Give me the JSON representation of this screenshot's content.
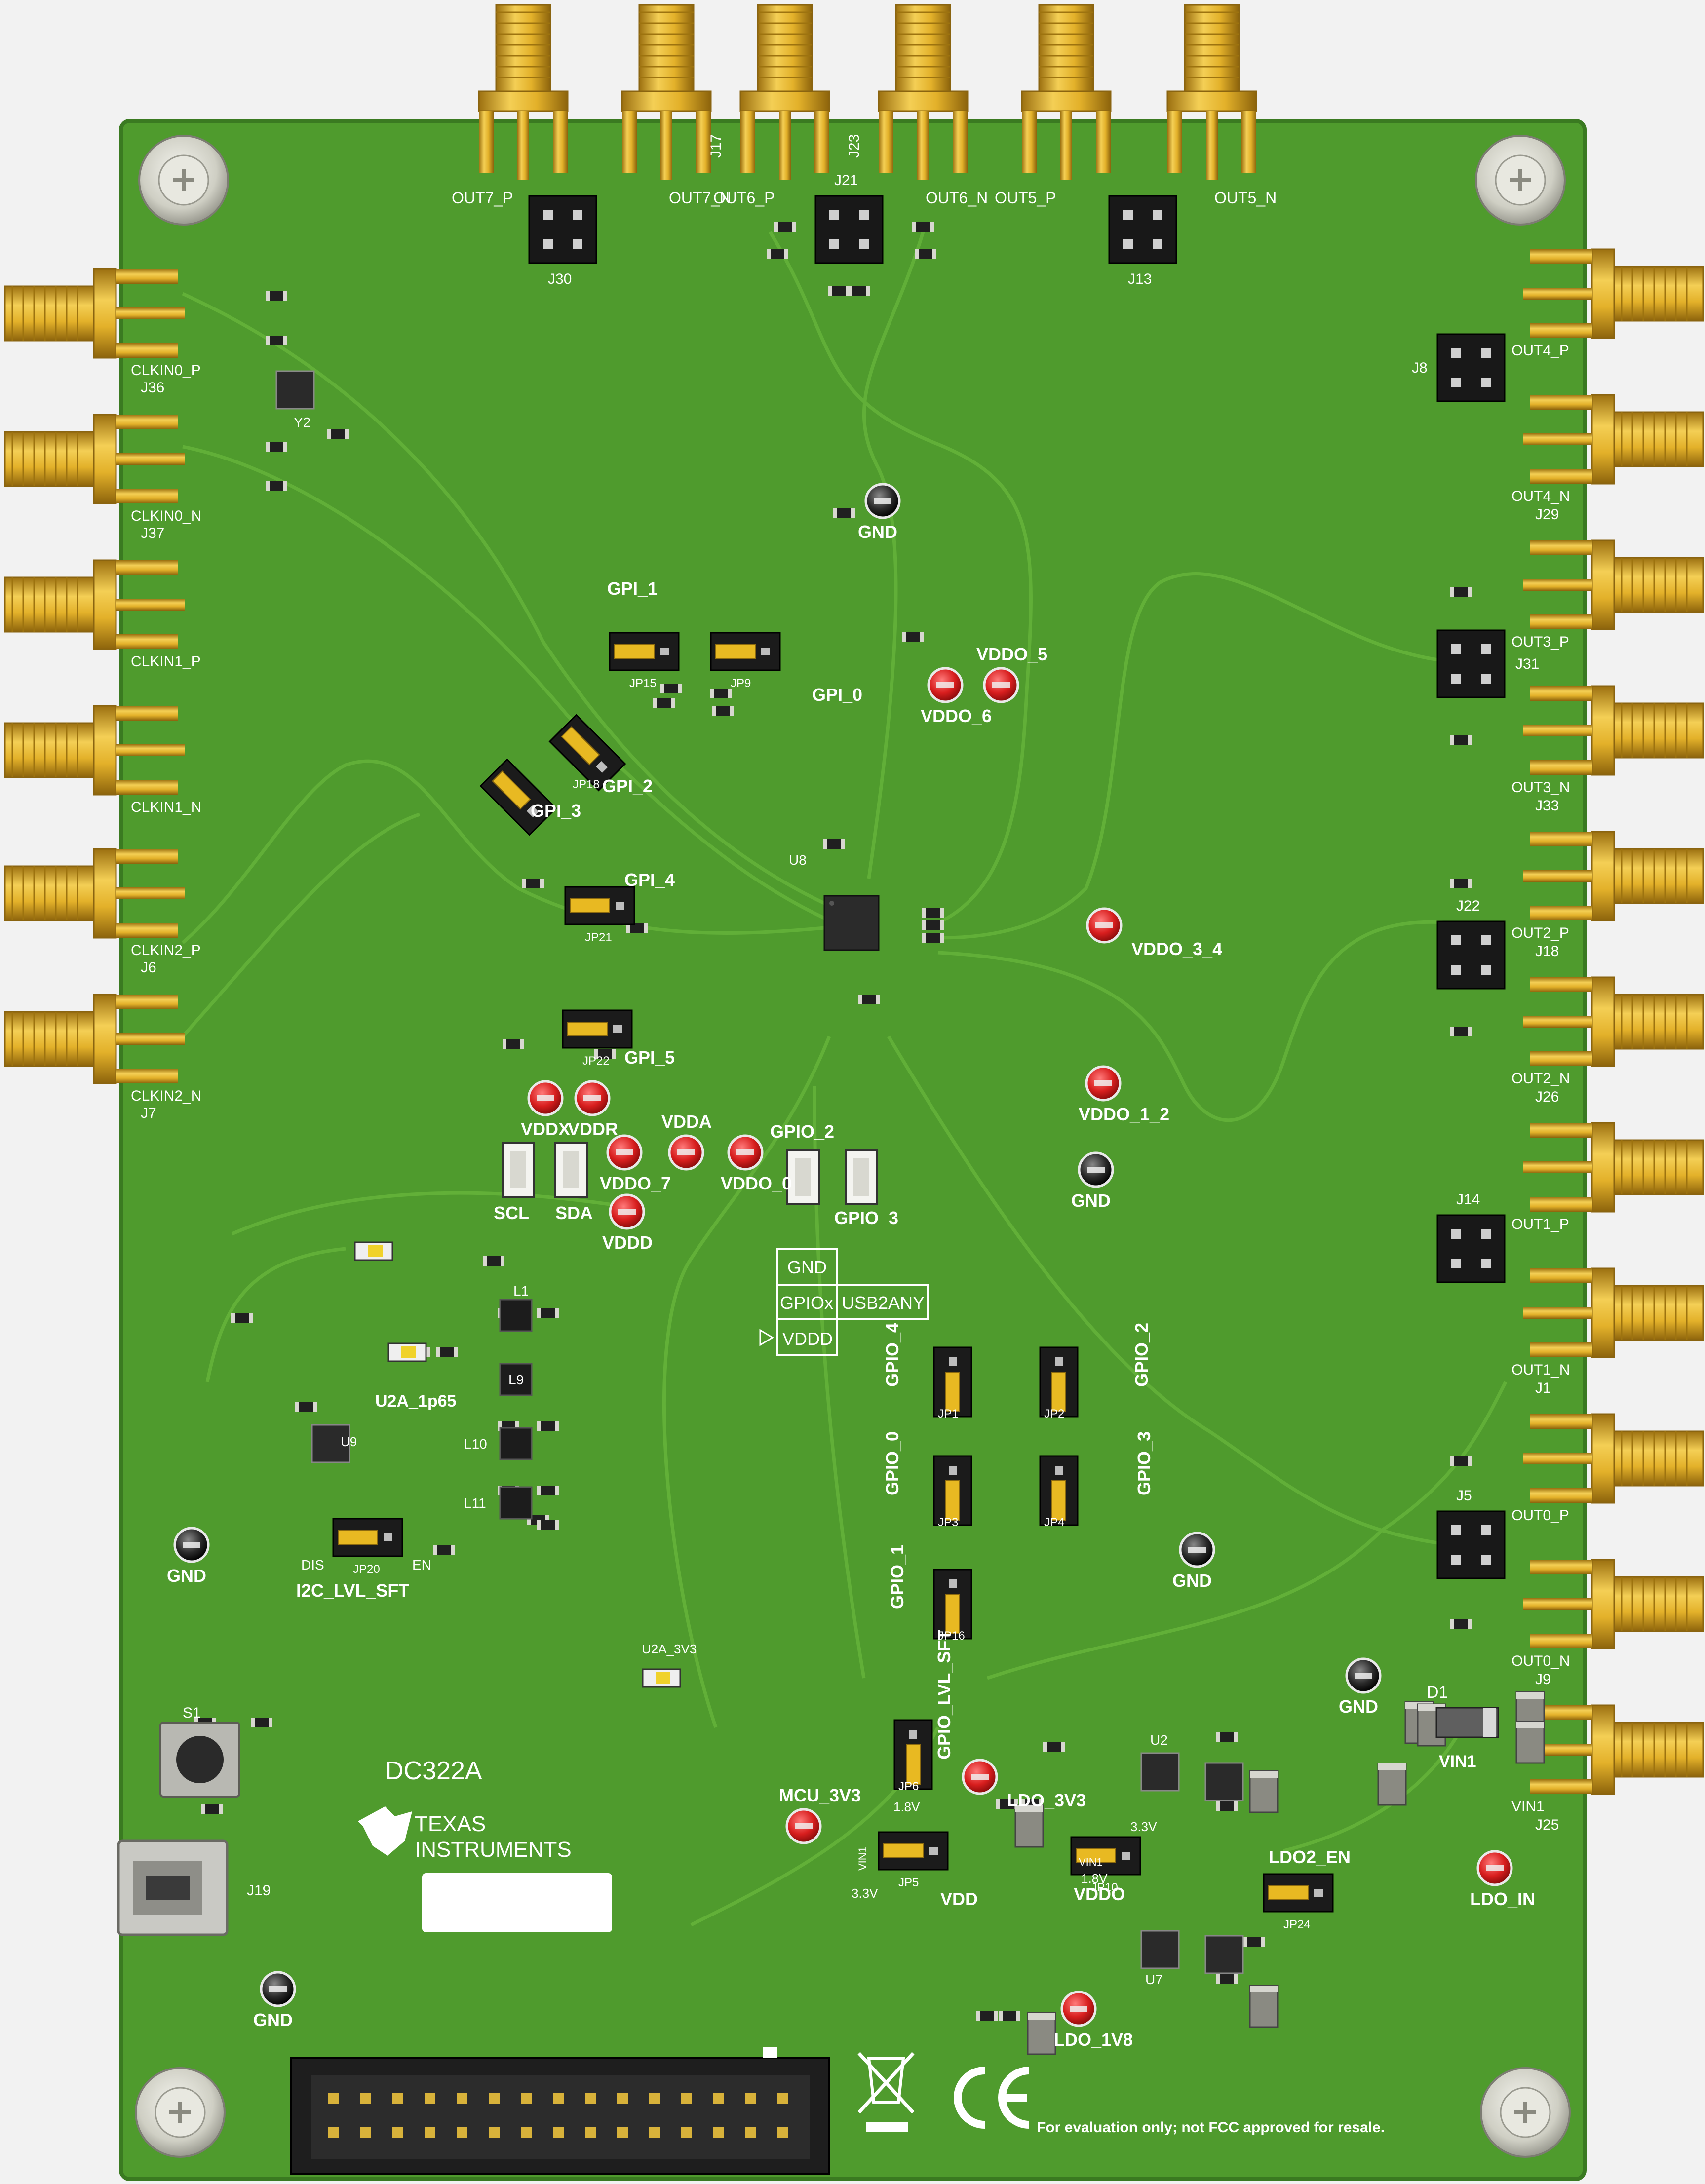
{
  "colors": {
    "board": "#4e9a2c",
    "board_edge": "#3d7d22",
    "trace": "#5fae36",
    "gold": "#e0b32a",
    "gold_dark": "#a87a10",
    "silk": "#ffffff",
    "testpoint_red": "#d81e1e",
    "testpoint_black": "#222222",
    "ic": "#2a2a2a",
    "header": "#1a1a1a"
  },
  "board": {
    "name": "DC322A",
    "company_line1": "TEXAS",
    "company_line2": "INSTRUMENTS",
    "disclaimer": "For evaluation only; not FCC approved for resale."
  },
  "connectors_top": [
    {
      "name": "OUT7_P"
    },
    {
      "name": "OUT7_N"
    },
    {
      "name": "OUT6_P",
      "ref": "J17"
    },
    {
      "name": "OUT6_N",
      "ref": "J23"
    },
    {
      "name": "OUT5_P"
    },
    {
      "name": "OUT5_N"
    }
  ],
  "connectors_left": [
    {
      "name": "CLKIN0_P",
      "ref": "J36"
    },
    {
      "name": "CLKIN0_N",
      "ref": "J37"
    },
    {
      "name": "CLKIN1_P",
      "ref": ""
    },
    {
      "name": "CLKIN1_N",
      "ref": ""
    },
    {
      "name": "CLKIN2_P",
      "ref": "J6"
    },
    {
      "name": "CLKIN2_N",
      "ref": "J7"
    }
  ],
  "connectors_right": [
    {
      "name": "OUT4_P",
      "ref": ""
    },
    {
      "name": "OUT4_N",
      "ref": "J29"
    },
    {
      "name": "OUT3_P",
      "ref": ""
    },
    {
      "name": "OUT3_N",
      "ref": "J33"
    },
    {
      "name": "OUT2_P",
      "ref": "J18"
    },
    {
      "name": "OUT2_N",
      "ref": "J26"
    },
    {
      "name": "OUT1_P",
      "ref": ""
    },
    {
      "name": "OUT1_N",
      "ref": "J1"
    },
    {
      "name": "OUT0_P",
      "ref": ""
    },
    {
      "name": "OUT0_N",
      "ref": "J9"
    },
    {
      "name": "VIN1",
      "ref": "J25"
    }
  ],
  "headers": [
    "J30",
    "J21",
    "J13",
    "J8",
    "J31",
    "J22",
    "J14",
    "J5"
  ],
  "testpoints": [
    {
      "label": "GND",
      "color": "black"
    },
    {
      "label": "VDDO_6",
      "color": "red"
    },
    {
      "label": "VDDO_5",
      "color": "red"
    },
    {
      "label": "VDDO_3_4",
      "color": "red"
    },
    {
      "label": "VDDO_1_2",
      "color": "red"
    },
    {
      "label": "GND",
      "color": "black"
    },
    {
      "label": "VDDX",
      "color": "red"
    },
    {
      "label": "VDDR",
      "color": "red"
    },
    {
      "label": "VDDA",
      "color": "red"
    },
    {
      "label": "VDDO_7",
      "color": "red"
    },
    {
      "label": "VDDO_0",
      "color": "red"
    },
    {
      "label": "VDDD",
      "color": "red"
    },
    {
      "label": "GND",
      "color": "black"
    },
    {
      "label": "GND",
      "color": "black"
    },
    {
      "label": "GND",
      "color": "black"
    },
    {
      "label": "MCU_3V3",
      "color": "red"
    },
    {
      "label": "LDO_3V3",
      "color": "red"
    },
    {
      "label": "LDO_IN",
      "color": "red"
    },
    {
      "label": "LDO_1V8",
      "color": "red"
    },
    {
      "label": "GND",
      "color": "black"
    }
  ],
  "jumpers": [
    {
      "label": "GPI_1",
      "ref": "JP15"
    },
    {
      "label": "GPI_0",
      "ref": "JP9"
    },
    {
      "label": "GPI_2",
      "ref": "JP18"
    },
    {
      "label": "GPI_3",
      "ref": ""
    },
    {
      "label": "GPI_4",
      "ref": "JP21"
    },
    {
      "label": "GPI_5",
      "ref": "JP22"
    },
    {
      "label": "GPIO_4",
      "ref": "JP1"
    },
    {
      "label": "GPIO_2",
      "ref": "JP2"
    },
    {
      "label": "GPIO_0",
      "ref": "JP3"
    },
    {
      "label": "GPIO_3",
      "ref": "JP4"
    },
    {
      "label": "GPIO_1",
      "ref": "JP16"
    },
    {
      "label": "GPIO_LVL_SFT",
      "ref": "JP6"
    },
    {
      "label": "I2C_LVL_SFT",
      "ref": "JP20"
    },
    {
      "label": "LDO2_EN",
      "ref": "JP24"
    },
    {
      "label": "VDD",
      "ref": "JP5"
    },
    {
      "label": "VDDO",
      "ref": "JP10"
    }
  ],
  "misc_labels": {
    "scl": "SCL",
    "sda": "SDA",
    "gpio2": "GPIO_2",
    "gpio3": "GPIO_3",
    "u8": "U8",
    "u2a_1p65": "U2A_1p65",
    "u2a_3v3": "U2A_3V3",
    "table_gnd": "GND",
    "table_gpiox": "GPIOx",
    "table_usb": "USB2ANY",
    "table_vddd": "VDDD",
    "j19": "J19",
    "s1": "S1",
    "y2": "Y2",
    "u2": "U2",
    "u7": "U7",
    "u9": "U9",
    "d1": "D1",
    "vin1": "VIN1",
    "l1": "L1",
    "l9": "L9",
    "l10": "L10",
    "l11": "L11",
    "opt_18": "1.8V",
    "opt_33": "3.3V",
    "opt_33b": "3.3V",
    "opt_18b": "1.8V",
    "vin1_small": "VIN1",
    "vin1_small2": "VIN1",
    "dis": "DIS",
    "en": "EN"
  }
}
